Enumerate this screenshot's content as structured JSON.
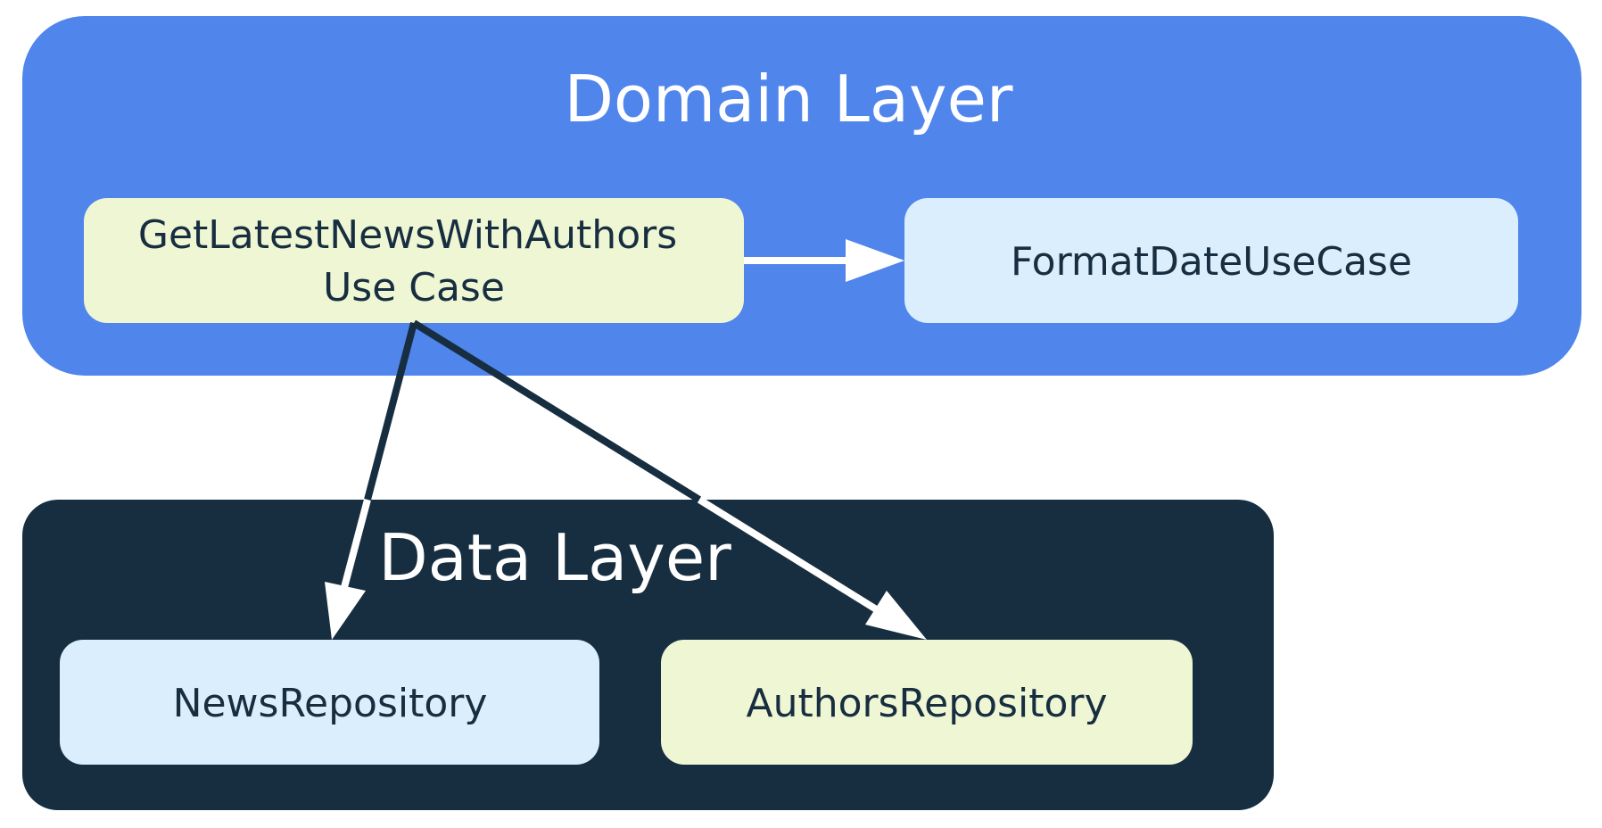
{
  "domain_layer": {
    "title": "Domain Layer",
    "color": "#5085EC"
  },
  "data_layer": {
    "title": "Data Layer",
    "color": "#172E41"
  },
  "nodes": {
    "get_latest_news_use_case": {
      "line1": "GetLatestNewsWithAuthors",
      "line2": "Use Case",
      "color": "#EFF6D3"
    },
    "format_date_use_case": {
      "label": "FormatDateUseCase",
      "color": "#DBEEFD"
    },
    "news_repository": {
      "label": "NewsRepository",
      "color": "#DBEEFD"
    },
    "authors_repository": {
      "label": "AuthorsRepository",
      "color": "#EFF6D3"
    }
  },
  "text_color": "#172E41"
}
